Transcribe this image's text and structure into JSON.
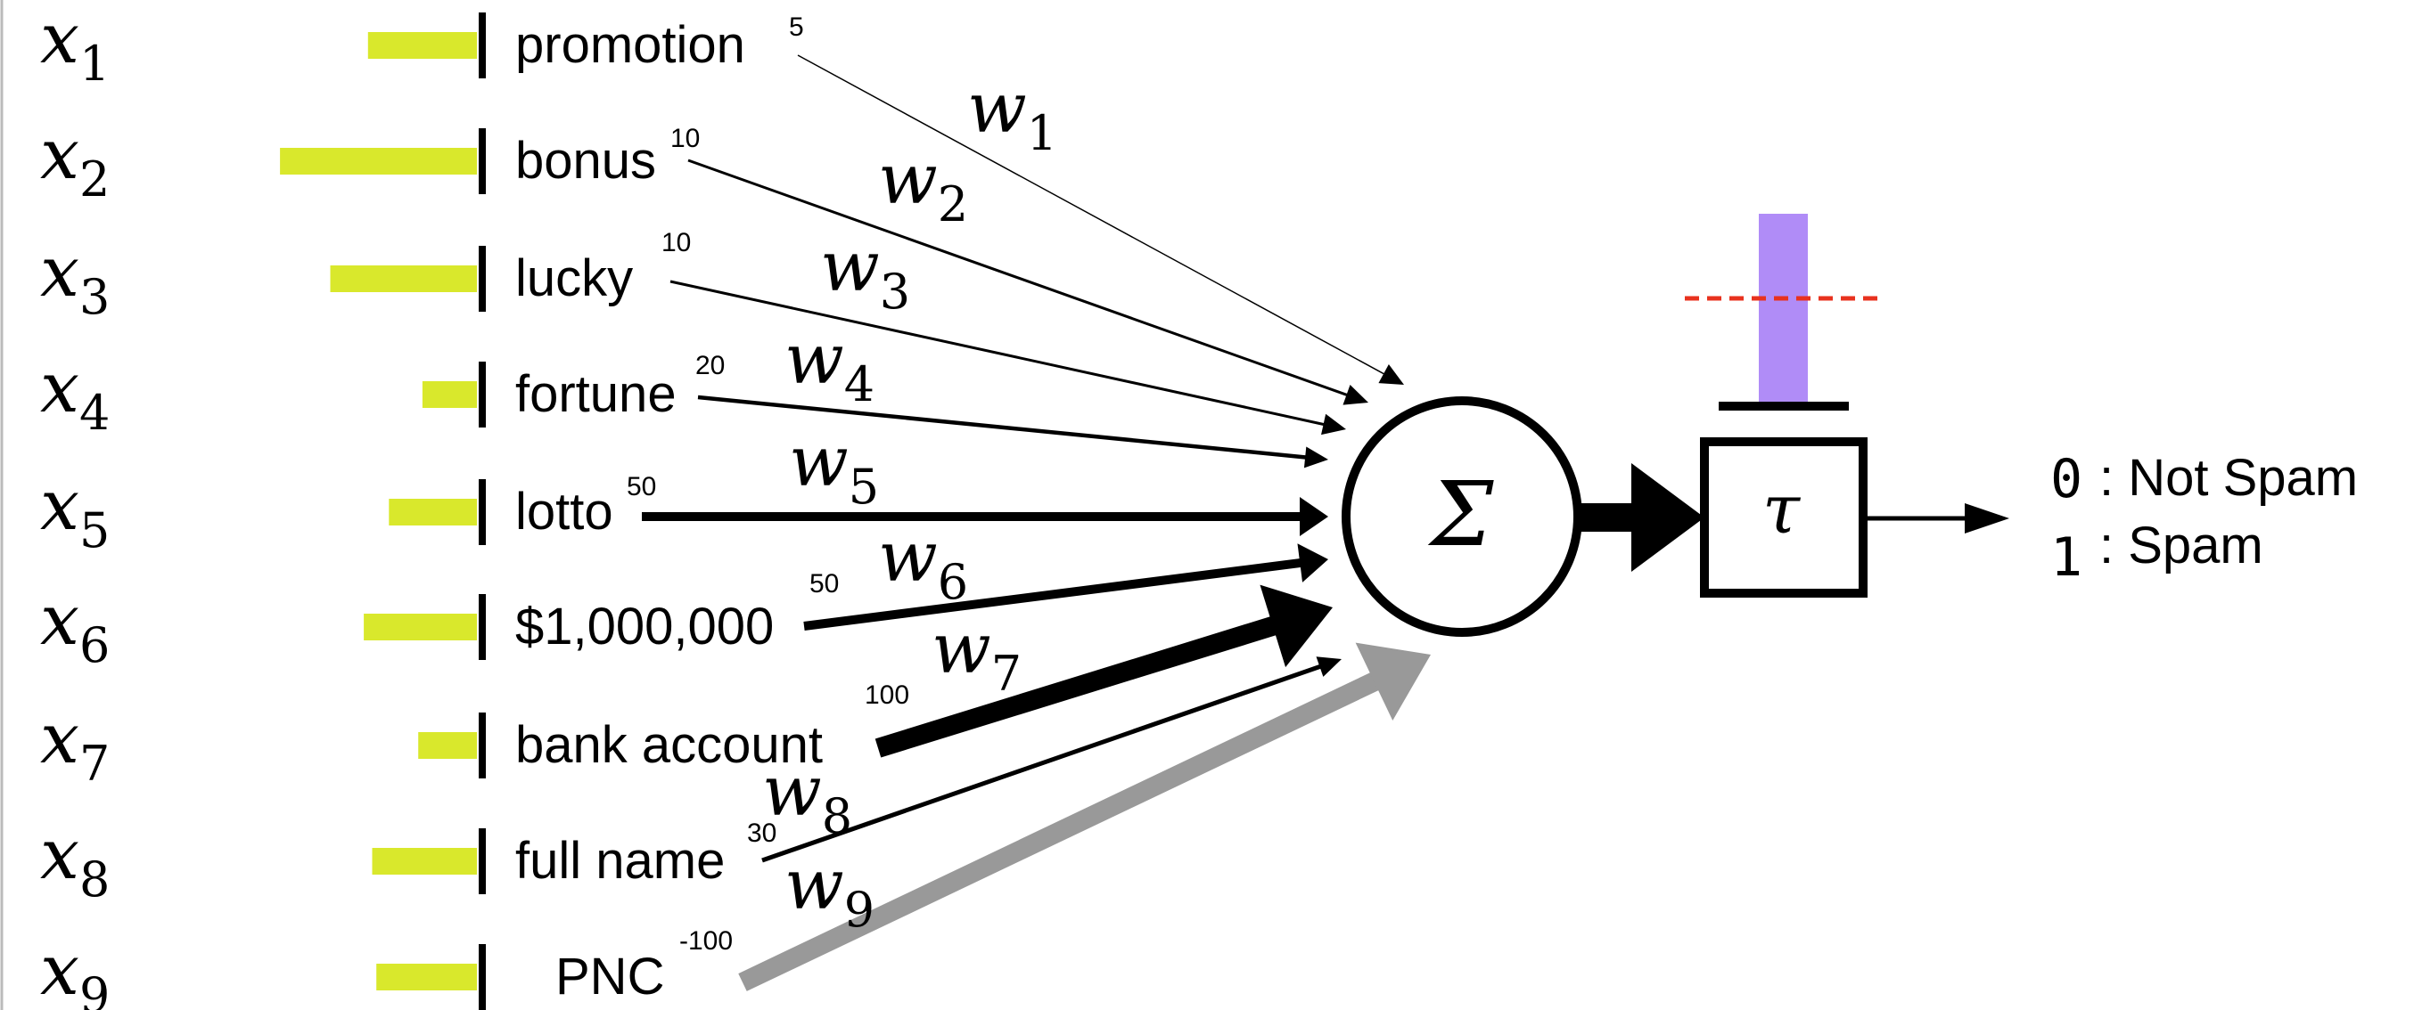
{
  "inputs": [
    {
      "var": "x",
      "sub": "1",
      "feature": "promotion",
      "count": "5",
      "bar": 0.26,
      "wvar": "w",
      "wsub": "1",
      "stroke": 1.5,
      "color": "#000000"
    },
    {
      "var": "x",
      "sub": "2",
      "feature": "bonus",
      "count": "10",
      "bar": 0.47,
      "wvar": "w",
      "wsub": "2",
      "stroke": 3,
      "color": "#000000"
    },
    {
      "var": "x",
      "sub": "3",
      "feature": "lucky",
      "count": "10",
      "bar": 0.35,
      "wvar": "w",
      "wsub": "3",
      "stroke": 3,
      "color": "#000000"
    },
    {
      "var": "x",
      "sub": "4",
      "feature": "fortune",
      "count": "20",
      "bar": 0.13,
      "wvar": "w",
      "wsub": "4",
      "stroke": 4.5,
      "color": "#000000"
    },
    {
      "var": "x",
      "sub": "5",
      "feature": "lotto",
      "count": "50",
      "bar": 0.21,
      "wvar": "w",
      "wsub": "5",
      "stroke": 10,
      "color": "#000000"
    },
    {
      "var": "x",
      "sub": "6",
      "feature": "$1,000,000",
      "count": "50",
      "bar": 0.27,
      "wvar": "w",
      "wsub": "6",
      "stroke": 10,
      "color": "#000000"
    },
    {
      "var": "x",
      "sub": "7",
      "feature": "bank account",
      "count": "100",
      "bar": 0.14,
      "wvar": "w",
      "wsub": "7",
      "stroke": 22,
      "color": "#000000"
    },
    {
      "var": "x",
      "sub": "8",
      "feature": "full name",
      "count": "30",
      "bar": 0.25,
      "wvar": "w",
      "wsub": "8",
      "stroke": 5,
      "color": "#000000"
    },
    {
      "var": "x",
      "sub": "9",
      "feature": "PNC",
      "count": "-100",
      "bar": 0.24,
      "wvar": "w",
      "wsub": "9",
      "stroke": 22,
      "color": "#999999"
    }
  ],
  "summation": {
    "symbol": "Σ"
  },
  "threshold": {
    "symbol": "τ",
    "level": 0.55
  },
  "outputs": [
    {
      "value": "0",
      "label": ": Not Spam"
    },
    {
      "value": "1",
      "label": ": Spam"
    }
  ],
  "colors": {
    "bar": "#d9e82c",
    "activation": "#b08cf7",
    "threshold_line": "#e8321e",
    "negative_weight": "#999999",
    "ink": "#000000"
  }
}
